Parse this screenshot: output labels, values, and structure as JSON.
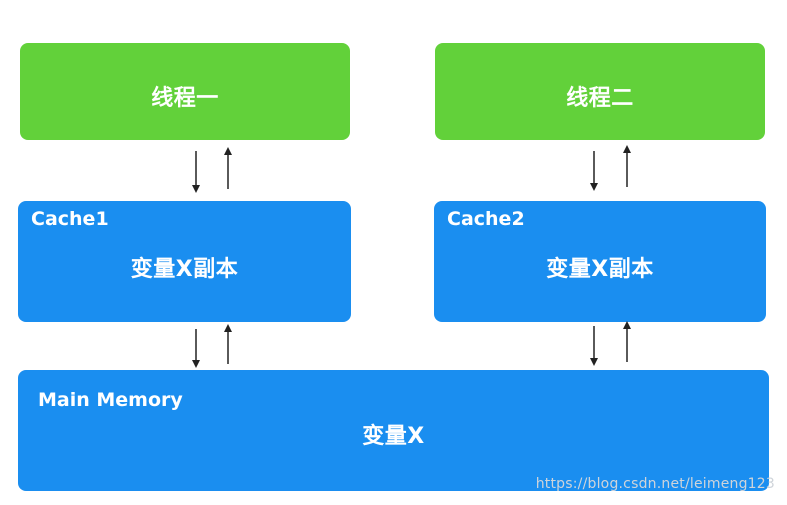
{
  "thread1": {
    "label": "线程一"
  },
  "thread2": {
    "label": "线程二"
  },
  "cache1": {
    "title": "Cache1",
    "label": "变量X副本"
  },
  "cache2": {
    "title": "Cache2",
    "label": "变量X副本"
  },
  "main_memory": {
    "title": "Main Memory",
    "label": "变量X"
  },
  "watermark": "https://blog.csdn.net/leimeng123",
  "colors": {
    "thread": "#62d13a",
    "cache": "#1a8ef0",
    "memory": "#1a8ef0",
    "arrow": "#222222"
  }
}
